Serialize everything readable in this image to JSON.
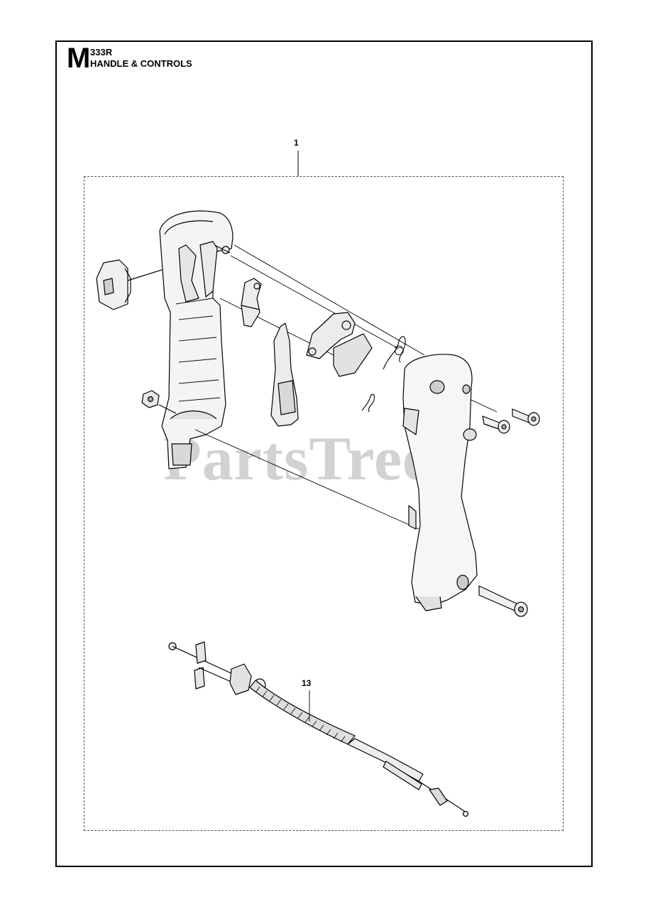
{
  "header": {
    "section_letter": "M",
    "model": "333R",
    "title": "HANDLE & CONTROLS"
  },
  "callouts": [
    {
      "number": "1"
    },
    {
      "number": "13"
    }
  ],
  "watermark": {
    "text": "PartsTree",
    "trademark": "™"
  },
  "colors": {
    "line": "#000000",
    "watermark": "#d2d2d2",
    "part_fill": "#f2f2f2",
    "part_shade": "#bdbdbd"
  }
}
